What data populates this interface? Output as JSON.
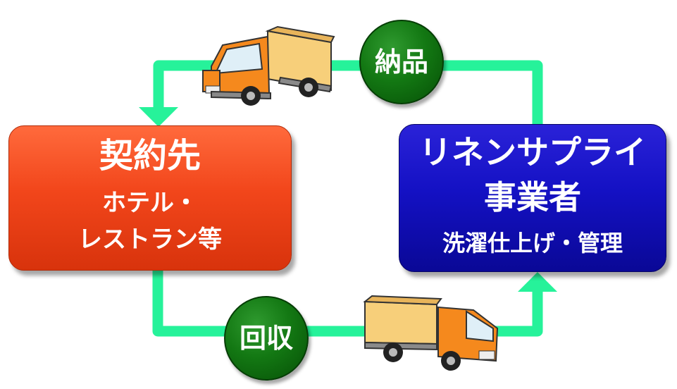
{
  "colors": {
    "client_box": "#f2461b",
    "supplier_box": "#1411c4",
    "circle": "#137813",
    "arrow": "#26f29a",
    "truck_cab": "#f5891d",
    "truck_cargo": "#f7cf7a"
  },
  "client": {
    "title": "契約先",
    "sub_line1": "ホテル・",
    "sub_line2": "レストラン等"
  },
  "supplier": {
    "title_line1": "リネンサプライ",
    "title_line2": "事業者",
    "sub": "洗濯仕上げ・管理"
  },
  "flow": {
    "delivery": "納品",
    "collection": "回収"
  }
}
